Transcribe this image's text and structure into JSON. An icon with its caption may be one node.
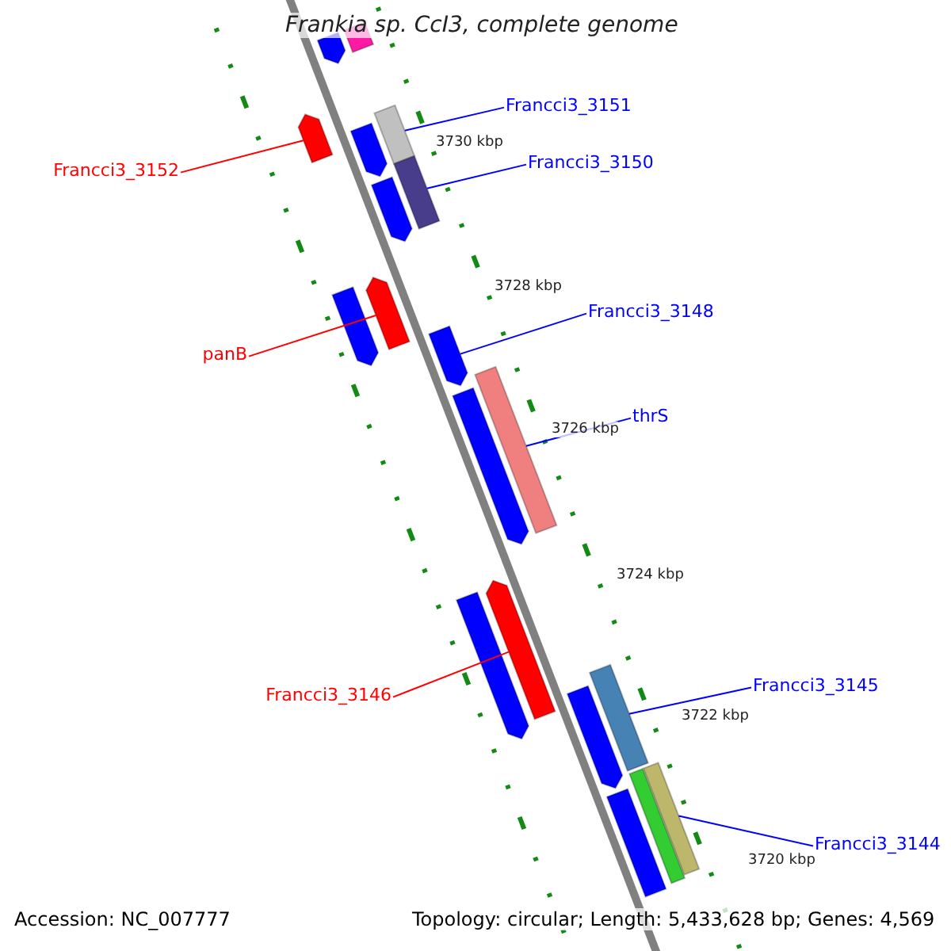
{
  "diagram": {
    "title": "Frankia sp. CcI3, complete genome",
    "nodes": [
      {
        "text": [
          "Francci3_3151"
        ]
      },
      {
        "text": [],
        "shape": "bar"
      },
      {
        "text": [
          "Francci3_3150"
        ]
      },
      {
        "text": [],
        "shape": "bar"
      },
      {
        "text": [
          "Francci3_3152"
        ]
      },
      {
        "text": [],
        "shape": "bar"
      },
      {
        "text": [
          "panB"
        ]
      },
      {
        "text": [],
        "shape": "bar"
      },
      {
        "text": [
          "Francci3_3148"
        ]
      },
      {
        "text": [],
        "shape": "bar"
      },
      {
        "text": [
          "thrS"
        ]
      },
      {
        "text": [],
        "shape": "bar"
      },
      {
        "text": [
          "Francci3_3146"
        ]
      },
      {
        "text": [],
        "shape": "bar"
      },
      {
        "text": [
          "Francci3_3145"
        ]
      },
      {
        "text": [],
        "shape": "bar"
      },
      {
        "text": [
          "Francci3_3144"
        ]
      },
      {
        "text": [],
        "shape": "bar"
      },
      {
        "text": [],
        "shape": "bar"
      },
      {
        "text": [],
        "shape": "bar"
      },
      {
        "text": [],
        "shape": "bar"
      },
      {
        "text": [],
        "shape": "bar"
      },
      {
        "text": [],
        "shape": "bar"
      },
      {
        "text": [],
        "shape": "bar"
      },
      {
        "text": [],
        "shape": "bar"
      },
      {
        "text": [],
        "shape": "bar"
      },
      {
        "text": [],
        "shape": "bar"
      },
      {
        "text": [],
        "shape": "bar"
      }
    ],
    "edges": [
      {
        "from": 0,
        "to": 1,
        "arrow": "none"
      },
      {
        "from": 2,
        "to": 3,
        "arrow": "none"
      },
      {
        "from": 4,
        "to": 5,
        "arrow": "none",
        "color": "#ff0000"
      },
      {
        "from": 6,
        "to": 7,
        "arrow": "none",
        "color": "#ff0000"
      },
      {
        "from": 8,
        "to": 9,
        "arrow": "none"
      },
      {
        "from": 10,
        "to": 11,
        "arrow": "none"
      },
      {
        "from": 12,
        "to": 13,
        "arrow": "none",
        "color": "#ff0000"
      },
      {
        "from": 14,
        "to": 15,
        "arrow": "none"
      },
      {
        "from": 16,
        "to": 17,
        "arrow": "none"
      }
    ],
    "labels": [
      "3730 kbp",
      "3728 kbp",
      "3726 kbp",
      "3724 kbp",
      "3722 kbp",
      "3720 kbp",
      "Accession: NC_007777",
      "Topology: circular; Length: 5,433,628 bp; Genes: 4,569"
    ]
  }
}
